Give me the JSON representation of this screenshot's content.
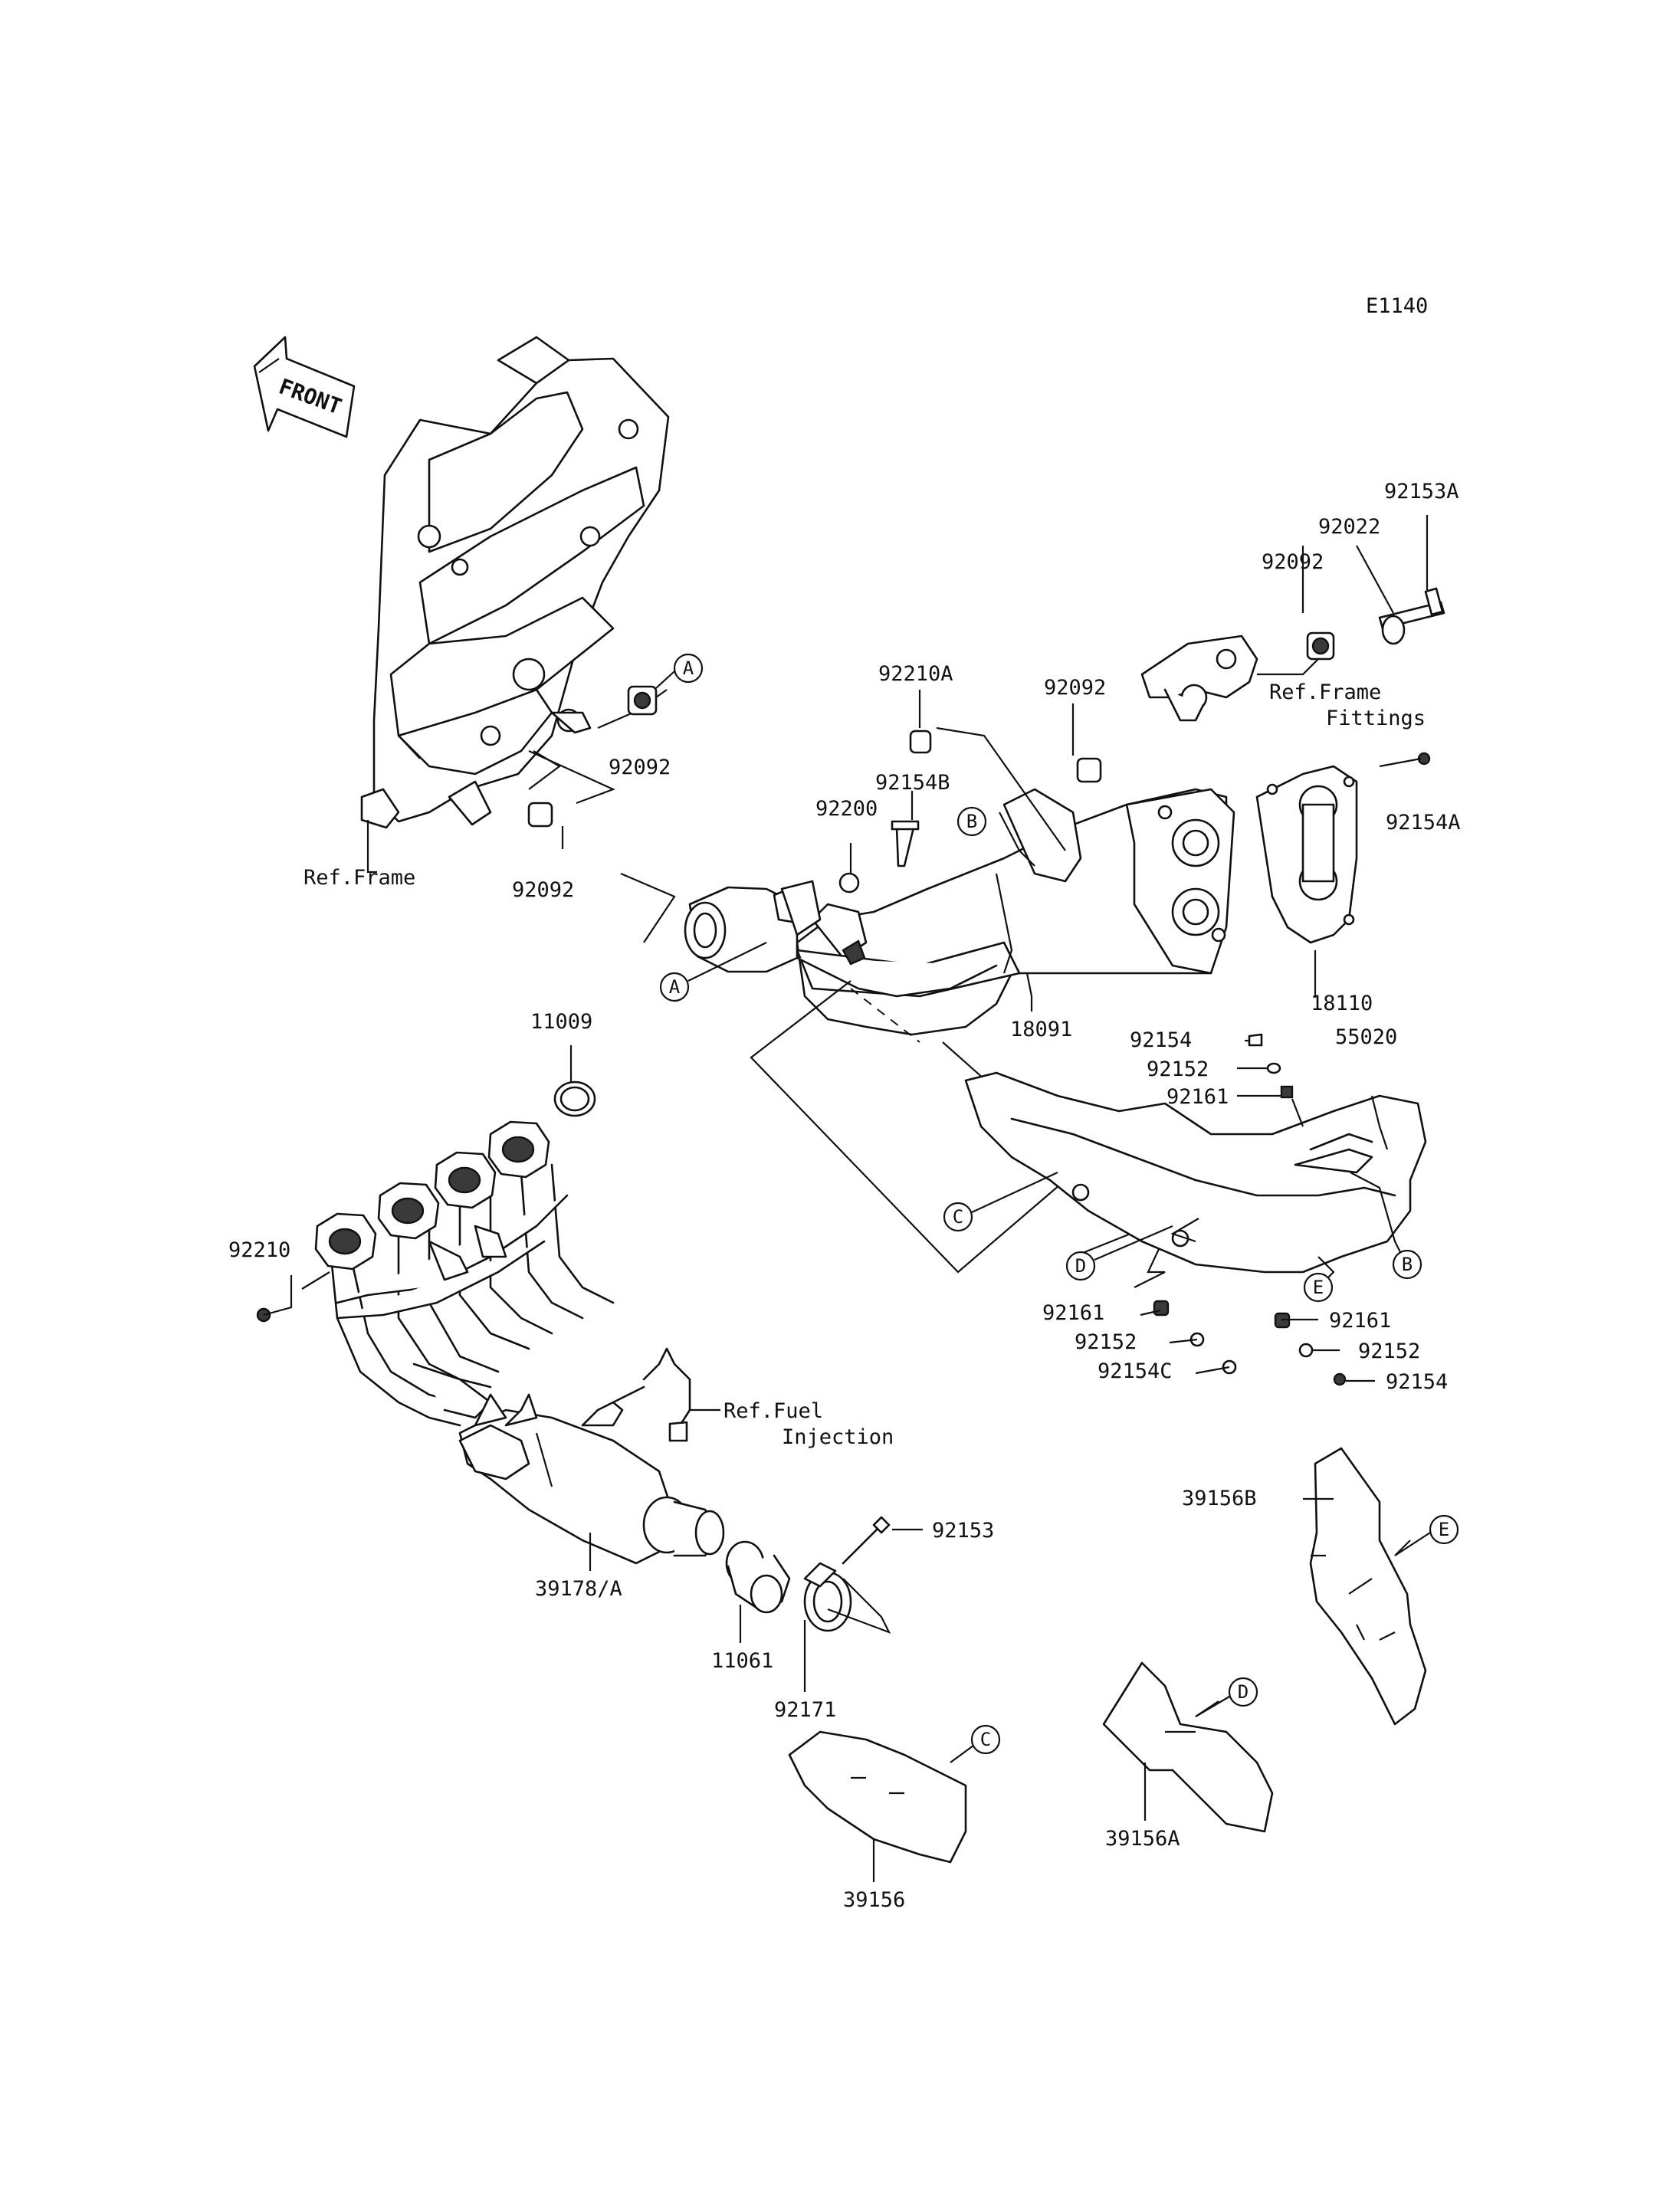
{
  "diagram_code": "E1140",
  "front_label": "FRONT",
  "refs": {
    "frame_1": "Ref.Frame",
    "frame_fittings_1": "Ref.Frame",
    "frame_fittings_2": "Fittings",
    "fuel_injection_1": "Ref.Fuel",
    "fuel_injection_2": "Injection"
  },
  "part_labels": {
    "p92153A": "92153A",
    "p92022": "92022",
    "p92092_top": "92092",
    "p92092_mid": "92092",
    "p92092_frame": "92092",
    "p92092_low": "92092",
    "p92210A": "92210A",
    "p92154B": "92154B",
    "p92200": "92200",
    "p92154A": "92154A",
    "p18110": "18110",
    "p18091": "18091",
    "p11009": "11009",
    "p92154_top": "92154",
    "p92152_top": "92152",
    "p92161_top": "92161",
    "p55020": "55020",
    "p92210": "92210",
    "p92161_l": "92161",
    "p92152_l": "92152",
    "p92154C": "92154C",
    "p92161_r": "92161",
    "p92152_r": "92152",
    "p92154_r": "92154",
    "p92153": "92153",
    "p39178A": "39178/A",
    "p11061": "11061",
    "p92171": "92171",
    "p39156B": "39156B",
    "p39156A": "39156A",
    "p39156": "39156"
  },
  "markers": {
    "A": "A",
    "B": "B",
    "C": "C",
    "D": "D",
    "E": "E"
  }
}
